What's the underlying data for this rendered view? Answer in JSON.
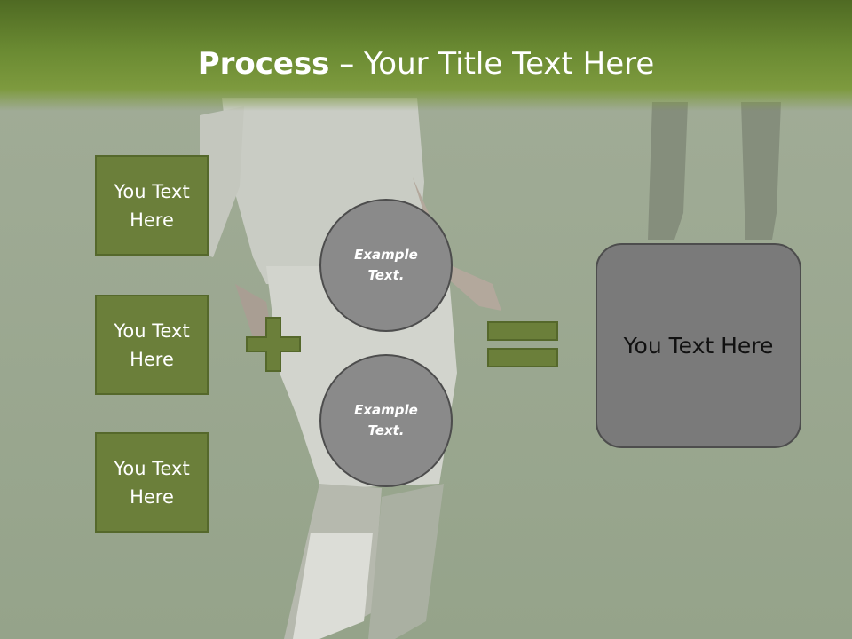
{
  "slide": {
    "title_bold": "Process",
    "title_rest": " – Your Title Text Here"
  },
  "diagram": {
    "inputs": [
      {
        "label": "You Text Here"
      },
      {
        "label": "You Text Here"
      },
      {
        "label": "You Text Here"
      }
    ],
    "operands": [
      {
        "label": "Example Text."
      },
      {
        "label": "Example Text."
      }
    ],
    "result": {
      "label": "You Text Here"
    }
  },
  "colors": {
    "box_fill": "#6b7f3a",
    "circle_fill": "#8a8a8a",
    "result_fill": "#7a7a7a",
    "banner": "#6a8a32",
    "operator_fill": "#6b7f3a"
  },
  "icons": {
    "plus": "plus-icon",
    "equals": "equals-icon"
  }
}
